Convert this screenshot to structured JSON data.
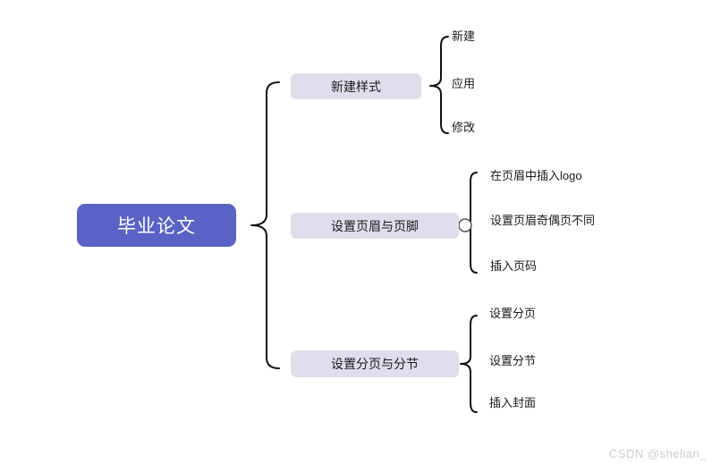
{
  "root": {
    "label": "毕业论文"
  },
  "branches": [
    {
      "label": "新建样式",
      "children": [
        {
          "label": "新建"
        },
        {
          "label": "应用"
        },
        {
          "label": "修改"
        }
      ]
    },
    {
      "label": "设置页眉与页脚",
      "children": [
        {
          "label": "在页眉中插入logo"
        },
        {
          "label": "设置页眉奇偶页不同"
        },
        {
          "label": "插入页码"
        }
      ]
    },
    {
      "label": "设置分页与分节",
      "children": [
        {
          "label": "设置分页"
        },
        {
          "label": "设置分节"
        },
        {
          "label": "插入封面"
        }
      ]
    }
  ],
  "watermark": "CSDN @shelian_",
  "colors": {
    "canvas_bg": "#ffffff",
    "root_bg": "#5a62c6",
    "root_text": "#ffffff",
    "branch_bg": "#dfdeec",
    "branch_text": "#1a1a1a",
    "line": "#111111",
    "watermark": "#cccccc"
  }
}
